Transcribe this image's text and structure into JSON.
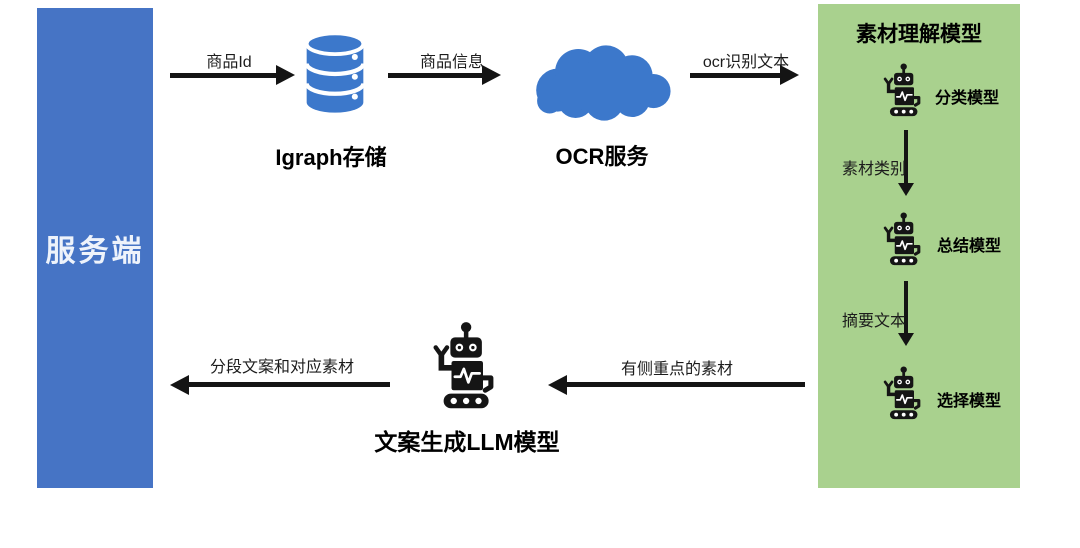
{
  "colors": {
    "server_blue": "#4674c5",
    "icon_blue": "#3c78cb",
    "panel_green": "#a9d18e",
    "arrow_black": "#141414",
    "text_black": "#000000"
  },
  "server": {
    "label": "服务端"
  },
  "top_flow": {
    "arrow1_label": "商品Id",
    "igraph_label": "Igraph存储",
    "arrow2_label": "商品信息",
    "ocr_label": "OCR服务",
    "arrow3_label": "ocr识别文本"
  },
  "panel": {
    "title": "素材理解模型",
    "models": [
      {
        "label": "分类模型"
      },
      {
        "label": "总结模型"
      },
      {
        "label": "选择模型"
      }
    ],
    "edge1_label": "素材类别",
    "edge2_label": "摘要文本"
  },
  "bottom_flow": {
    "panel_to_llm_label": "有侧重点的素材",
    "llm_label": "文案生成LLM模型",
    "llm_to_server_label": "分段文案和对应素材"
  }
}
